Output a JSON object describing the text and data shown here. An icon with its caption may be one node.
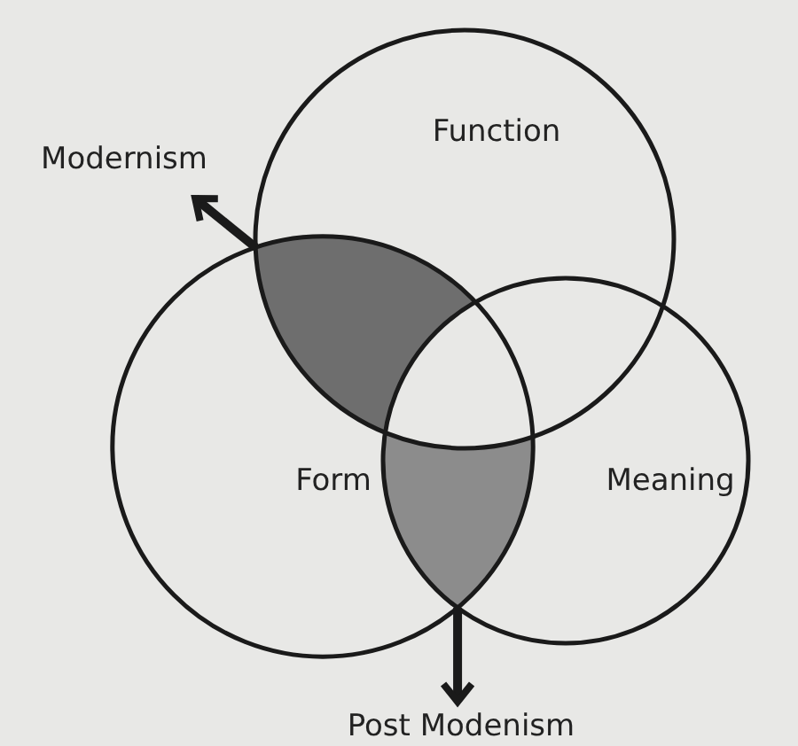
{
  "diagram": {
    "nodes": [
      {
        "text": [
          "Function"
        ]
      },
      {
        "text": [
          "Form"
        ]
      },
      {
        "text": [
          "Meaning"
        ]
      },
      {
        "text": [],
        "shape": "lens"
      },
      {
        "text": [],
        "shape": "lens"
      },
      {
        "text": [
          "Modernism"
        ]
      },
      {
        "text": [
          "Post Modenism"
        ]
      }
    ],
    "edges": [
      {
        "from": 3,
        "to": 5,
        "arrow": "to"
      },
      {
        "from": 4,
        "to": 6,
        "arrow": "to"
      }
    ]
  }
}
